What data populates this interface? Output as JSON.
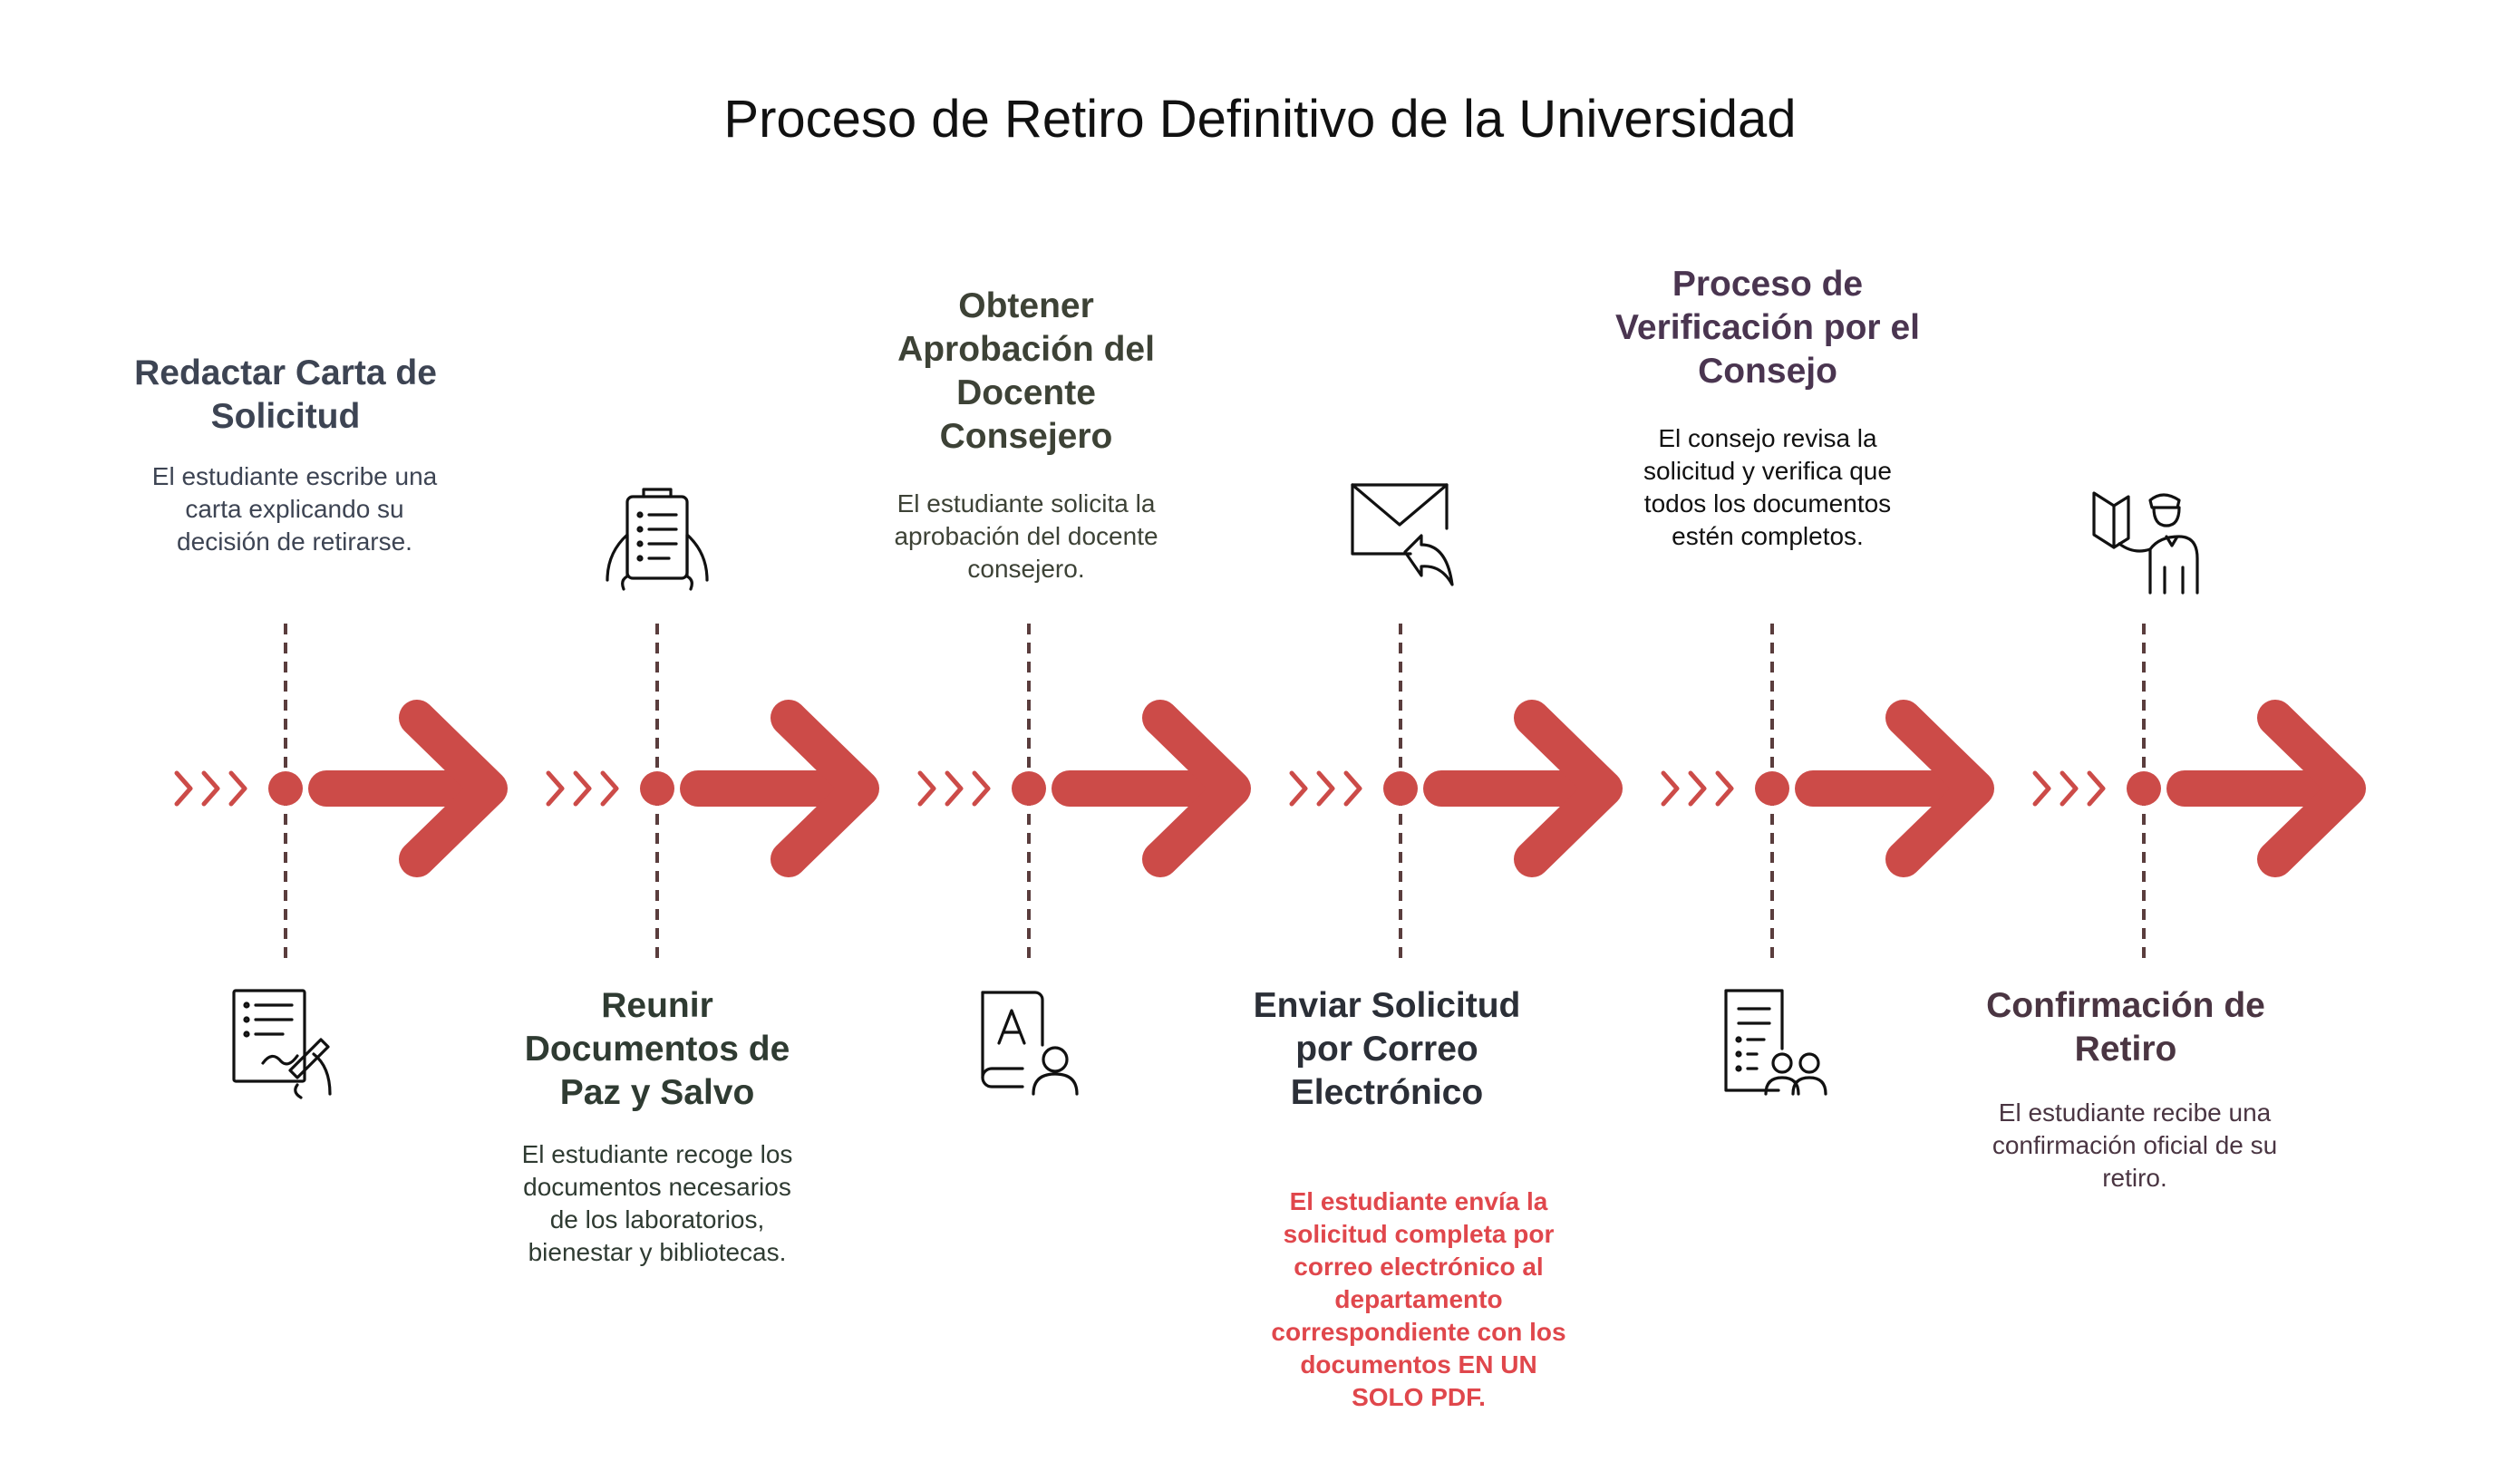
{
  "title": "Proceso de Retiro Definitivo de la Universidad",
  "colors": {
    "arrow": "#cc4b48",
    "connector": "#5a3d3d",
    "icon": "#111111"
  },
  "steps": [
    {
      "title": "Redactar Carta de Solicitud",
      "description": "El estudiante escribe una carta explicando su decisión de retirarse.",
      "icon": "document-signature-icon",
      "title_color": "#3d4453",
      "desc_color": "#3d4453"
    },
    {
      "title": "Reunir Documentos de Paz y Salvo",
      "description": "El estudiante recoge los documentos necesarios de los laboratorios, bienestar y bibliotecas.",
      "icon": "clipboard-hands-icon",
      "title_color": "#2f3b32",
      "desc_color": "#2f3b32"
    },
    {
      "title": "Obtener Aprobación del Docente Consejero",
      "description": "El estudiante solicita la aprobación del docente consejero.",
      "icon": "teacher-book-icon",
      "title_color": "#3d4236",
      "desc_color": "#3d4236"
    },
    {
      "title": "Enviar Solicitud por Correo Electrónico",
      "description": "El estudiante envía la solicitud completa por correo electrónico al departamento correspondiente con los documentos EN UN SOLO PDF.",
      "icon": "email-reply-icon",
      "title_color": "#2b2f37",
      "desc_color": "#e0474c"
    },
    {
      "title": "Proceso de Verificación por el Consejo",
      "description": "El consejo revisa la solicitud y verifica que todos los documentos estén completos.",
      "icon": "document-council-icon",
      "title_color": "#4a3550",
      "desc_color": "#111111"
    },
    {
      "title": "Confirmación de Retiro",
      "description": "El estudiante recibe una confirmación oficial de su retiro.",
      "icon": "officer-pointing-icon",
      "title_color": "#4a3542",
      "desc_color": "#4a3542"
    }
  ]
}
